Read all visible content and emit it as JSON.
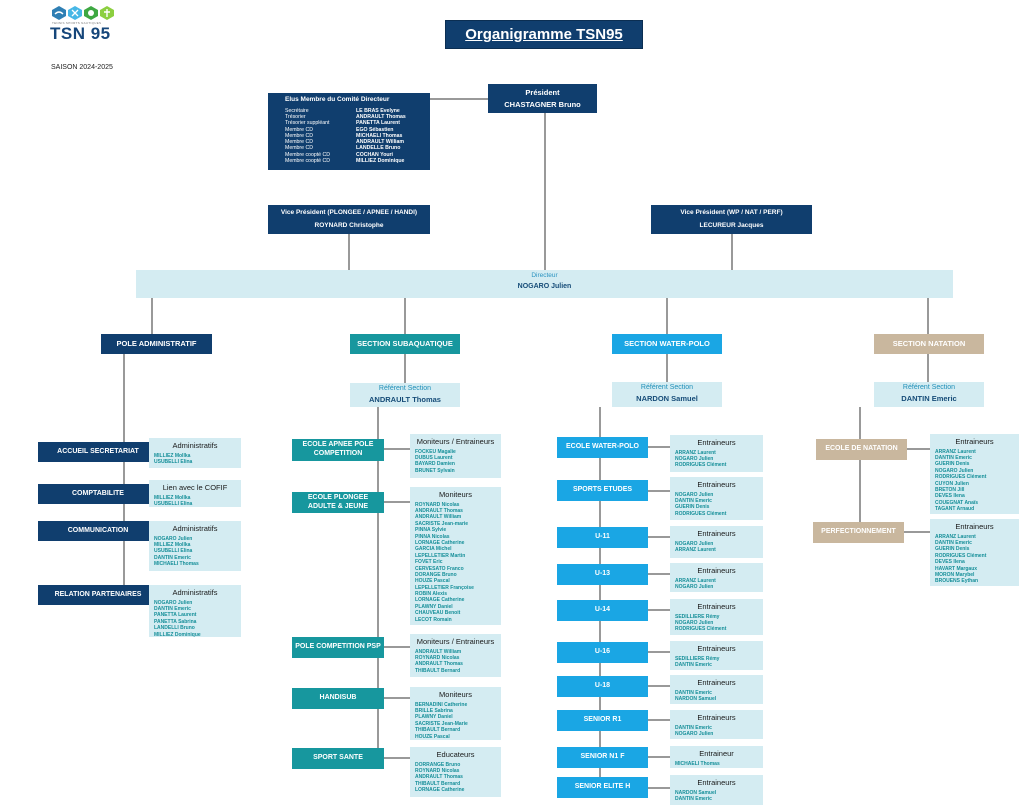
{
  "logo": {
    "text": "TSN 95",
    "icons": [
      "swimmer-icon",
      "diver-icon",
      "water-polo-icon",
      "figure-icon"
    ],
    "colors": [
      "#2f7fb4",
      "#47b7e6",
      "#3ea842",
      "#8ccf3f"
    ]
  },
  "season": "SAISON 2024-2025",
  "title": "Organigramme TSN95",
  "president": {
    "label": "Président",
    "name": "CHASTAGNER Bruno"
  },
  "committee": {
    "title": "Elus Membre du Comité Directeur",
    "members": [
      {
        "role": "Secrétaire",
        "name": "LE BRAS Evelyne"
      },
      {
        "role": "Trésorier",
        "name": "ANDRAULT Thomas"
      },
      {
        "role": "Trésorier suppléant",
        "name": "PANETTA Laurent"
      },
      {
        "role": "Membre CD",
        "name": "EGO Sébastien"
      },
      {
        "role": "Membre CD",
        "name": "MICHAELI Thomas"
      },
      {
        "role": "Membre CD",
        "name": "ANDRAULT William"
      },
      {
        "role": "Membre CD",
        "name": "LANDELLE Bruno"
      },
      {
        "role": "Membre coopté CD",
        "name": "COCHAN Youri"
      },
      {
        "role": "Membre coopté CD",
        "name": "MILLIEZ Dominique"
      }
    ]
  },
  "vp_left": {
    "label": "Vice Président (PLONGEE / APNEE / HANDI)",
    "name": "ROYNARD Christophe"
  },
  "vp_right": {
    "label": "Vice Président (WP / NAT / PERF)",
    "name": "LECUREUR Jacques"
  },
  "director": {
    "label": "Directeur",
    "name": "NOGARO Julien"
  },
  "poles": {
    "admin": {
      "title": "POLE ADMINISTRATIF",
      "items": [
        {
          "label": "ACCUEIL SECRETARIAT",
          "box_title": "Administratifs",
          "names": [
            "MILLIEZ Mollka",
            "USUBELLI Elina"
          ]
        },
        {
          "label": "COMPTABILITE",
          "box_title": "Lien avec le COFIF",
          "names": [
            "MILLIEZ Mollka",
            "USUBELLI Elina"
          ]
        },
        {
          "label": "COMMUNICATION",
          "box_title": "Administratifs",
          "names": [
            "NOGARO Julien",
            "MILLIEZ Mollka",
            "USUBELLI Elina",
            "DANTIN Emeric",
            "MICHAELI Thomas"
          ]
        },
        {
          "label": "RELATION PARTENAIRES",
          "box_title": "Administratifs",
          "names": [
            "NOGARO Julien",
            "DANTIN Emeric",
            "PANETTA Laurent",
            "PANETTA Sabrina",
            "LANDELLI Bruno",
            "MILLIEZ Dominique"
          ]
        }
      ]
    },
    "subaqua": {
      "title": "SECTION SUBAQUATIQUE",
      "ref_label": "Référent Section",
      "ref_name": "ANDRAULT Thomas",
      "items": [
        {
          "label": "ECOLE APNEE POLE COMPETITION",
          "box_title": "Moniteurs / Entraineurs",
          "names": [
            "FOCKEU Magalie",
            "DUBUS Laurent",
            "BAYARD Damien",
            "BRUNET Sylvain"
          ]
        },
        {
          "label": "ECOLE PLONGEE ADULTE & JEUNE",
          "box_title": "Moniteurs",
          "names": [
            "ROYNARD Nicolas",
            "ANDRAULT Thomas",
            "ANDRAULT William",
            "SACRISTE Jean-marie",
            "PINNA Sylvie",
            "PINNA Nicolas",
            "LORNAGE Catherine",
            "GARCIA Michel",
            "LEPELLETIER Martin",
            "FOVET Eric",
            "CERVESATO Franco",
            "DORANGE Bruno",
            "HOUZE Pascal",
            "LEPELLETIER Françoise",
            "ROBIN Alexis",
            "LORNAGE Catherine",
            "PLAWNY Daniel",
            "CHAUVEAU Benoit",
            "LECOT Romain"
          ]
        },
        {
          "label": "POLE COMPETITION PSP",
          "box_title": "Moniteurs / Entraineurs",
          "names": [
            "ANDRAULT William",
            "ROYNARD Nicolas",
            "ANDRAULT Thomas",
            "THIBAULT Bernard"
          ]
        },
        {
          "label": "HANDISUB",
          "box_title": "Moniteurs",
          "names": [
            "BERNADINI Catherine",
            "BRILLE Sabrina",
            "PLAWNY Daniel",
            "SACRISTE Jean-Marie",
            "THIBAULT Bernard",
            "HOUZE Pascal"
          ]
        },
        {
          "label": "SPORT SANTE",
          "box_title": "Educateurs",
          "names": [
            "DORRANGE Bruno",
            "ROYNARD Nicolas",
            "ANDRAULT Thomas",
            "THIBAULT Bernard",
            "LORNAGE Catherine"
          ]
        }
      ]
    },
    "waterpolo": {
      "title": "SECTION WATER-POLO",
      "ref_label": "Référent Section",
      "ref_name": "NARDON Samuel",
      "items": [
        {
          "label": "ECOLE WATER-POLO",
          "box_title": "Entraineurs",
          "names": [
            "ARRANZ Laurent",
            "NOGARO Julien",
            "RODRIGUES Clément"
          ]
        },
        {
          "label": "SPORTS ETUDES",
          "box_title": "Entraineurs",
          "names": [
            "NOGARO Julien",
            "DANTIN Emeric",
            "GUERIN Denis",
            "RODRIGUES Clément"
          ]
        },
        {
          "label": "U-11",
          "box_title": "Entraineurs",
          "names": [
            "NOGARO Julien",
            "ARRANZ Laurent"
          ]
        },
        {
          "label": "U-13",
          "box_title": "Entraineurs",
          "names": [
            "ARRANZ Laurent",
            "NOGARO Julien"
          ]
        },
        {
          "label": "U-14",
          "box_title": "Entraineurs",
          "names": [
            "SEDILLIERE Rémy",
            "NOGARO Julien",
            "RODRIGUES Clément"
          ]
        },
        {
          "label": "U-16",
          "box_title": "Entraineurs",
          "names": [
            "SEDILLIERE Rémy",
            "DANTIN Emeric"
          ]
        },
        {
          "label": "U-18",
          "box_title": "Entraineurs",
          "names": [
            "DANTIN Emeric",
            "NARDON Samuel"
          ]
        },
        {
          "label": "SENIOR R1",
          "box_title": "Entraineurs",
          "names": [
            "DANTIN Emeric",
            "NOGARO Julien"
          ]
        },
        {
          "label": "SENIOR N1 F",
          "box_title": "Entraineur",
          "names": [
            "MICHAELI Thomas"
          ]
        },
        {
          "label": "SENIOR ELITE H",
          "box_title": "Entraineurs",
          "names": [
            "NARDON Samuel",
            "DANTIN Emeric"
          ]
        }
      ]
    },
    "natation": {
      "title": "SECTION NATATION",
      "ref_label": "Référent Section",
      "ref_name": "DANTIN Emeric",
      "items": [
        {
          "label": "ECOLE DE NATATION",
          "box_title": "Entraineurs",
          "names": [
            "ARRANZ Laurent",
            "DANTIN Emeric",
            "GUERIN Denis",
            "NOGARO Julien",
            "RODRIGUES Clément",
            "CUYON Julien",
            "BRETON Jill",
            "DEVES Ilena",
            "COUEGNAT Anaïs",
            "TAGANT Arnaud"
          ]
        },
        {
          "label": "PERFECTIONNEMENT",
          "box_title": "Entraineurs",
          "names": [
            "ARRANZ Laurent",
            "DANTIN Emeric",
            "GUERIN Denis",
            "RODRIGUES Clément",
            "DEVES Ilena",
            "HAVART Margaux",
            "MORON Marybel",
            "BROUENS Eythan"
          ]
        }
      ]
    }
  }
}
